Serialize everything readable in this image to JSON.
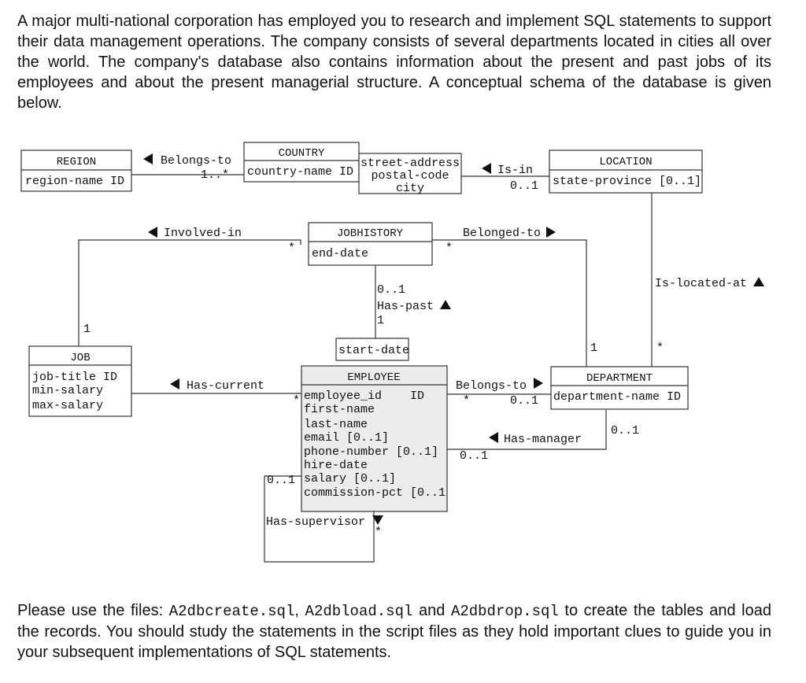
{
  "intro": "A major multi-national corporation has employed you to research and implement SQL statements to support their data management operations. The company consists of several departments located in cities all over the world. The company's database also contains information about the present and past jobs of its employees and about the present managerial structure. A conceptual schema of the database is given below.",
  "outro": {
    "p1": "Please use the files: ",
    "f1": "A2dbcreate.sql",
    "s1": ", ",
    "f2": "A2dbload.sql",
    "s2": " and ",
    "f3": "A2dbdrop.sql",
    "p2": " to create the tables and load the records. You should study the statements in the script files as they hold important clues to guide you in your subsequent implementations of SQL statements."
  },
  "diagram": {
    "region": {
      "name": "REGION",
      "attrs": [
        "region-name ID"
      ]
    },
    "country": {
      "name": "COUNTRY",
      "attrs": [
        "country-name ID"
      ]
    },
    "address": {
      "attrs": [
        "street-address",
        "postal-code",
        "city"
      ]
    },
    "location": {
      "name": "LOCATION",
      "attrs": [
        "state-province [0..1]"
      ]
    },
    "job": {
      "name": "JOB",
      "attrs": [
        "job-title  ID",
        "min-salary",
        "max-salary"
      ]
    },
    "jobhistory": {
      "name": "JOBHISTORY",
      "attrs": [
        "end-date"
      ]
    },
    "startdate": "start-date",
    "employee": {
      "name": "EMPLOYEE",
      "id_attr": "employee_id",
      "id_tag": "ID",
      "attrs": [
        "first-name",
        "last-name",
        "email [0..1]",
        "phone-number [0..1]",
        "hire-date",
        "salary [0..1]",
        "commission-pct [0..1"
      ]
    },
    "department": {
      "name": "DEPARTMENT",
      "attrs": [
        "department-name ID"
      ]
    },
    "relationships": {
      "belongs_to_country": "Belongs-to",
      "is_in": "Is-in",
      "involved_in": "Involved-in",
      "belonged_to": "Belonged-to",
      "has_past": "Has-past",
      "is_located_at": "Is-located-at",
      "has_current": "Has-current",
      "belongs_to_dept": "Belongs-to",
      "has_manager": "Has-manager",
      "has_supervisor": "Has-supervisor"
    },
    "multiplicities": {
      "region_country": "1..*",
      "location_is_in": "0..1",
      "involved_star": "*",
      "belonged_star": "*",
      "job_one": "1",
      "has_past_top": "0..1",
      "has_past_bottom": "1",
      "dept_one": "1",
      "dept_star": "*",
      "has_current_star": "*",
      "belongs_star": "*",
      "belongs_01": "0..1",
      "manager_dept": "0..1",
      "manager_emp": "0..1",
      "supervisor_01": "0..1",
      "supervisor_star": "*"
    }
  }
}
